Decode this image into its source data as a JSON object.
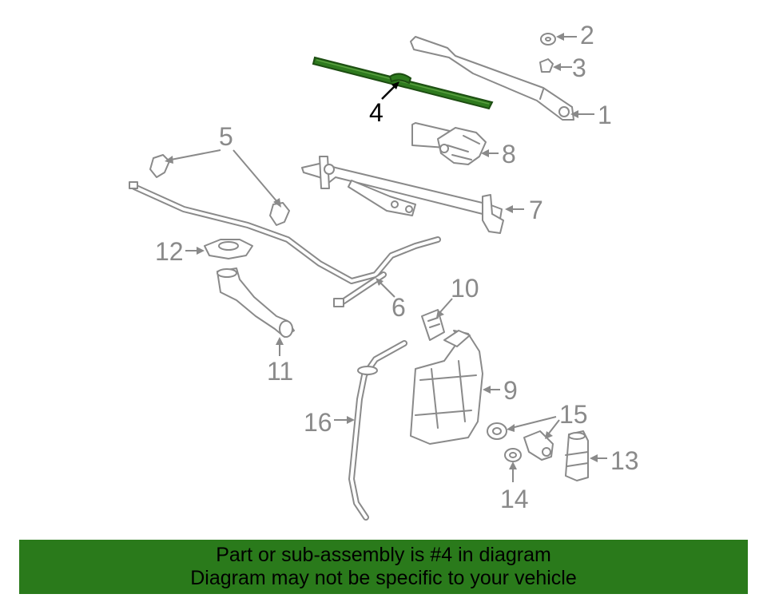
{
  "callouts": {
    "n1": "1",
    "n2": "2",
    "n3": "3",
    "n4": "4",
    "n5": "5",
    "n6": "6",
    "n7": "7",
    "n8": "8",
    "n9": "9",
    "n10": "10",
    "n11": "11",
    "n12": "12",
    "n13": "13",
    "n14": "14",
    "n15": "15",
    "n16": "16"
  },
  "highlight_color": "#2a7a1b",
  "banner": {
    "line1": "Part or sub-assembly is #4 in diagram",
    "line2": "Diagram may not be specific to your vehicle"
  }
}
